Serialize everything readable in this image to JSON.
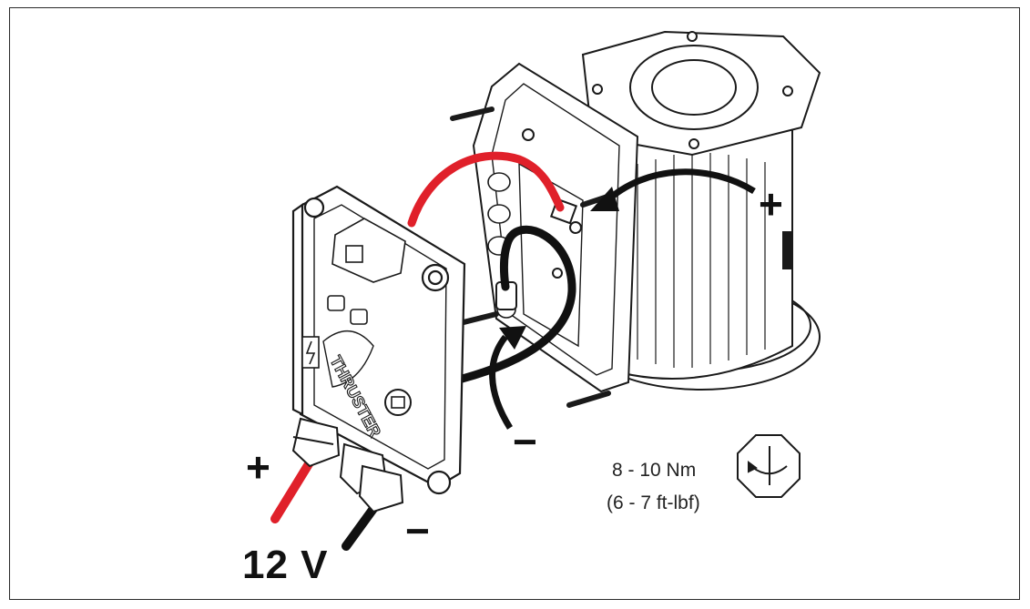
{
  "labels": {
    "plus_supply": "+",
    "minus_supply": "−",
    "plus_motor": "+",
    "minus_motor": "−",
    "voltage": "12 V",
    "torque_metric": "8 - 10 Nm",
    "torque_imperial": "(6 - 7 ft-lbf)"
  },
  "box_markings": {
    "brand": "THRUSTER"
  },
  "icons": [
    "torque-wrench-icon",
    "lightning-warning-icon",
    "brand-logo-icon"
  ],
  "colors": {
    "positive_cable": "#e0202a",
    "negative_cable": "#111111",
    "line": "#1a1a1a"
  }
}
